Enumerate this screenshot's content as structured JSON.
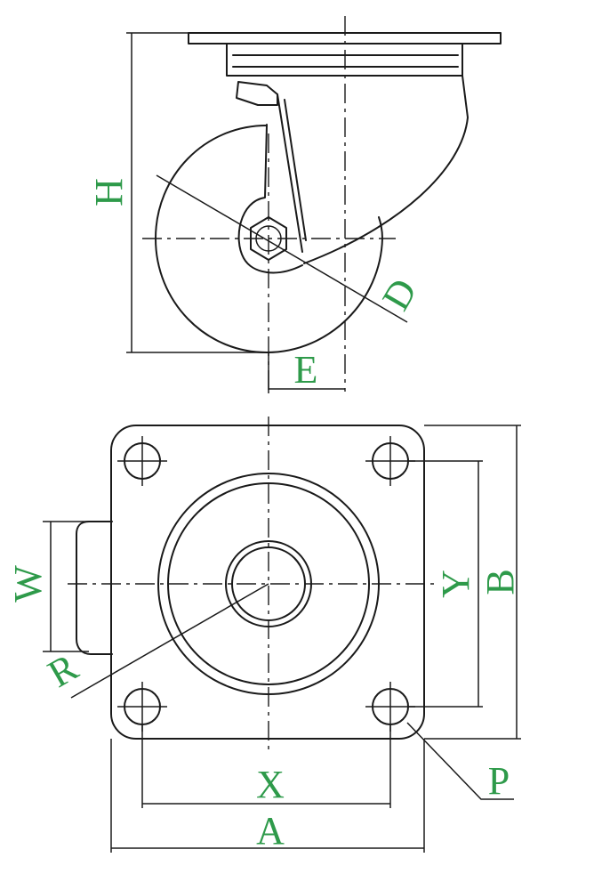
{
  "labels": {
    "H": "H",
    "D": "D",
    "E": "E",
    "W": "W",
    "R": "R",
    "Y": "Y",
    "B": "B",
    "X": "X",
    "A": "A",
    "P": "P"
  },
  "colors": {
    "line": "#1a1a1a",
    "label": "#2e9a4a",
    "background": "#ffffff"
  }
}
